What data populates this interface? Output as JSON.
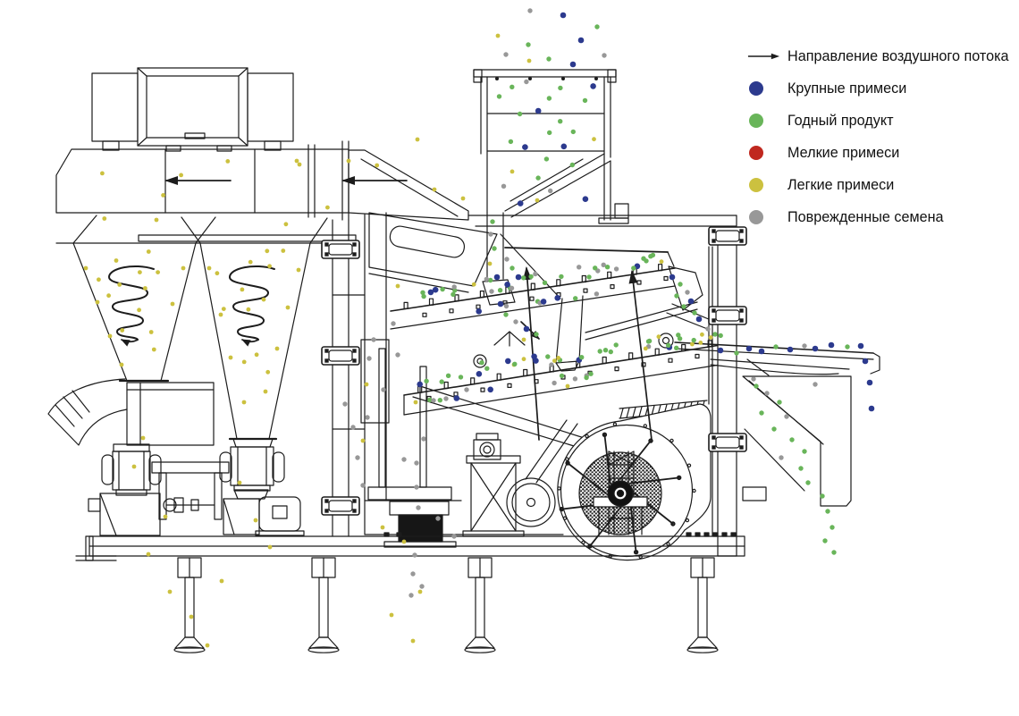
{
  "legend": {
    "items": [
      {
        "marker": "arrow",
        "label": "Направление воздушного потока"
      },
      {
        "marker": "dot",
        "color_key": "b",
        "label": "Крупные примеси"
      },
      {
        "marker": "dot",
        "color_key": "g",
        "label": "Годный продукт"
      },
      {
        "marker": "dot",
        "color_key": "r",
        "label": "Мелкие примеси"
      },
      {
        "marker": "dot",
        "color_key": "y",
        "label": "Легкие примеси"
      },
      {
        "marker": "dot",
        "color_key": "gy",
        "label": "Поврежденные семена"
      }
    ]
  },
  "colors": {
    "line": "#1c1c1c",
    "b": "#2c3a8e",
    "g": "#69b55a",
    "r": "#c0281f",
    "y": "#ccc13f",
    "gy": "#989898",
    "background": "#ffffff"
  },
  "particle_radius": {
    "b": 3.3,
    "g": 2.7,
    "r": 2.7,
    "y": 2.4,
    "gy": 2.7
  },
  "particles": [
    [
      332.0,
      180.0,
      "y"
    ],
    [
      202.6,
      195.9,
      "y"
    ],
    [
      366.4,
      232.1,
      "y"
    ],
    [
      421.7,
      185.0,
      "y"
    ],
    [
      254.8,
      180.4,
      "y"
    ],
    [
      182.6,
      218.4,
      "y"
    ],
    [
      114.4,
      193.9,
      "y"
    ],
    [
      390,
      180,
      "y"
    ],
    [
      486,
      212,
      "y"
    ],
    [
      335,
      184,
      "y"
    ],
    [
      175.0,
      246.0,
      "y"
    ],
    [
      319.9,
      250.8,
      "y"
    ],
    [
      116.8,
      244.5,
      "y"
    ],
    [
      155.6,
      346.8,
      "y"
    ],
    [
      136.7,
      369.5,
      "y"
    ],
    [
      156.4,
      304.6,
      "y"
    ],
    [
      162.4,
      322.5,
      "y"
    ],
    [
      110.4,
      312.8,
      "y"
    ],
    [
      130.0,
      291.5,
      "y"
    ],
    [
      169.2,
      371.5,
      "y"
    ],
    [
      133.7,
      318.4,
      "y"
    ],
    [
      121.6,
      330.7,
      "y"
    ],
    [
      176.6,
      304.6,
      "y"
    ],
    [
      166.3,
      281.5,
      "y"
    ],
    [
      172.3,
      391.0,
      "y"
    ],
    [
      250.3,
      345.6,
      "y"
    ],
    [
      270.9,
      323.9,
      "y"
    ],
    [
      242.9,
      305.7,
      "y"
    ],
    [
      299.7,
      416.3,
      "y"
    ],
    [
      301.6,
      297.8,
      "y"
    ],
    [
      295.0,
      335.1,
      "y"
    ],
    [
      287.1,
      396.8,
      "y"
    ],
    [
      273.2,
      404.9,
      "y"
    ],
    [
      316.8,
      280.5,
      "y"
    ],
    [
      280.2,
      293.2,
      "y"
    ],
    [
      298.8,
      280.8,
      "y"
    ],
    [
      277.9,
      346.2,
      "y"
    ],
    [
      150,
      522,
      "y"
    ],
    [
      185,
      578,
      "y"
    ],
    [
      166,
      620,
      "y"
    ],
    [
      190,
      662,
      "y"
    ],
    [
      214,
      690,
      "y"
    ],
    [
      232,
      722,
      "y"
    ],
    [
      268,
      540,
      "y"
    ],
    [
      286,
      582,
      "y"
    ],
    [
      302,
      612,
      "y"
    ],
    [
      160,
      490,
      "y"
    ],
    [
      248,
      650,
      "y"
    ],
    [
      438,
      688,
      "y"
    ],
    [
      462,
      717,
      "y"
    ],
    [
      406,
      493,
      "y"
    ],
    [
      428,
      590,
      "y"
    ],
    [
      452,
      606,
      "y"
    ],
    [
      470,
      662,
      "y"
    ],
    [
      410,
      430,
      "y"
    ],
    [
      465,
      450,
      "y"
    ],
    [
      575,
      408,
      "y"
    ],
    [
      635,
      432,
      "y"
    ],
    [
      593,
      12,
      "gy"
    ],
    [
      630,
      17,
      "b"
    ],
    [
      650,
      45,
      "b"
    ],
    [
      566,
      61,
      "gy"
    ],
    [
      591,
      50,
      "g"
    ],
    [
      614,
      66,
      "g"
    ],
    [
      592,
      68,
      "y"
    ],
    [
      641,
      72,
      "b"
    ],
    [
      668,
      30,
      "g"
    ],
    [
      557,
      40,
      "y"
    ],
    [
      676,
      62,
      "gy"
    ],
    [
      614.4,
      110.0,
      "g"
    ],
    [
      626.9,
      98.4,
      "g"
    ],
    [
      602.2,
      124.0,
      "b"
    ],
    [
      664.5,
      155.7,
      "y"
    ],
    [
      581.6,
      127.5,
      "g"
    ],
    [
      571.4,
      158.4,
      "g"
    ],
    [
      654.5,
      112.4,
      "g"
    ],
    [
      626.7,
      135.7,
      "g"
    ],
    [
      614.7,
      148.4,
      "g"
    ],
    [
      588.9,
      91.5,
      "gy"
    ],
    [
      663.6,
      96.4,
      "b"
    ],
    [
      641.3,
      147.4,
      "g"
    ],
    [
      587.4,
      164.6,
      "b"
    ],
    [
      558.5,
      107.9,
      "g"
    ],
    [
      572.8,
      97.3,
      "g"
    ],
    [
      630.8,
      163.8,
      "b"
    ],
    [
      582.2,
      227.6,
      "b"
    ],
    [
      601.0,
      224.1,
      "y"
    ],
    [
      611.4,
      177.9,
      "g"
    ],
    [
      654.9,
      222.7,
      "b"
    ],
    [
      640.3,
      184.5,
      "g"
    ],
    [
      602.1,
      199.1,
      "g"
    ],
    [
      573.0,
      191.9,
      "y"
    ],
    [
      563.5,
      208.3,
      "gy"
    ],
    [
      615.7,
      213.5,
      "gy"
    ],
    [
      551,
      248,
      "g"
    ],
    [
      549,
      262,
      "gy"
    ],
    [
      553,
      278,
      "g"
    ],
    [
      548,
      295,
      "y"
    ],
    [
      556,
      310,
      "b"
    ],
    [
      550,
      326,
      "gy"
    ],
    [
      560,
      340,
      "b"
    ],
    [
      566,
      352,
      "g"
    ],
    [
      577,
      360,
      "gy"
    ],
    [
      589,
      368,
      "b"
    ],
    [
      600,
      374,
      "g"
    ],
    [
      586,
      380,
      "y"
    ],
    [
      530.2,
      318.2,
      "y"
    ],
    [
      508.7,
      324.8,
      "g"
    ],
    [
      474.1,
      331.6,
      "g"
    ],
    [
      487.2,
      324.2,
      "b"
    ],
    [
      723.0,
      291.9,
      "g"
    ],
    [
      594.1,
      309.4,
      "g"
    ],
    [
      659.0,
      309.9,
      "g"
    ],
    [
      730.4,
      285.4,
      "g"
    ],
    [
      675.2,
      296.3,
      "gy"
    ],
    [
      668.8,
      303.0,
      "gy"
    ],
    [
      609.5,
      316.3,
      "g"
    ],
    [
      495.1,
      323.6,
      "g"
    ],
    [
      559.6,
      324.7,
      "g"
    ],
    [
      679.6,
      298.7,
      "g"
    ],
    [
      506.9,
      329.4,
      "g"
    ],
    [
      627.9,
      309.4,
      "g"
    ],
    [
      585.7,
      310.8,
      "g"
    ],
    [
      720.0,
      289.2,
      "g"
    ],
    [
      570.5,
      322.1,
      "g"
    ],
    [
      727.9,
      286.7,
      "g"
    ],
    [
      712.9,
      297.8,
      "b"
    ],
    [
      689.6,
      300.9,
      "gy"
    ],
    [
      548.7,
      313.5,
      "g"
    ],
    [
      708.8,
      300.0,
      "g"
    ],
    [
      572.5,
      322.3,
      "gy"
    ],
    [
      473.0,
      327.3,
      "g"
    ],
    [
      740.0,
      292.7,
      "y"
    ],
    [
      665.7,
      299.8,
      "g"
    ],
    [
      508.2,
      321.0,
      "gy"
    ],
    [
      481.9,
      326.9,
      "b"
    ],
    [
      598.9,
      306.5,
      "gy"
    ],
    [
      544.3,
      312.3,
      "gy"
    ],
    [
      567.6,
      318.3,
      "b"
    ],
    [
      647.7,
      298.8,
      "gy"
    ],
    [
      623.7,
      333.3,
      "b"
    ],
    [
      566.5,
      342.5,
      "gy"
    ],
    [
      667.4,
      328.8,
      "gy"
    ],
    [
      601.5,
      337.2,
      "g"
    ],
    [
      604.1,
      339.0,
      "gy"
    ],
    [
      608.1,
      337.4,
      "b"
    ],
    [
      535.7,
      348.3,
      "b"
    ],
    [
      643.7,
      333.8,
      "g"
    ],
    [
      689.2,
      385.9,
      "g"
    ],
    [
      477.1,
      426.3,
      "g"
    ],
    [
      620.4,
      403.6,
      "y"
    ],
    [
      626.4,
      402.8,
      "g"
    ],
    [
      774.4,
      385.0,
      "y"
    ],
    [
      535.9,
      418.3,
      "b"
    ],
    [
      469.7,
      429.9,
      "b"
    ],
    [
      501.6,
      420.3,
      "g"
    ],
    [
      795.1,
      377.5,
      "y"
    ],
    [
      748.8,
      388.5,
      "b"
    ],
    [
      616.9,
      408.1,
      "gy"
    ],
    [
      725.6,
      387.7,
      "gy"
    ],
    [
      612.8,
      399.0,
      "g"
    ],
    [
      568.3,
      403.9,
      "b"
    ],
    [
      586.0,
      401.7,
      "y"
    ],
    [
      599.4,
      403.6,
      "b"
    ],
    [
      747.7,
      386.3,
      "g"
    ],
    [
      760.6,
      378.8,
      "g"
    ],
    [
      785.4,
      374.3,
      "y"
    ],
    [
      647.8,
      402.7,
      "b"
    ],
    [
      624.6,
      400.4,
      "y"
    ],
    [
      575.8,
      407.3,
      "g"
    ],
    [
      756.7,
      389.3,
      "g"
    ],
    [
      776.2,
      380.6,
      "g"
    ],
    [
      677.5,
      391.7,
      "g"
    ],
    [
      544.8,
      412.2,
      "g"
    ],
    [
      722.3,
      389.9,
      "y"
    ],
    [
      539.0,
      405.7,
      "g"
    ],
    [
      806.2,
      375.4,
      "g"
    ],
    [
      726.6,
      381.5,
      "g"
    ],
    [
      671.2,
      393.0,
      "g"
    ],
    [
      650.7,
      399.7,
      "g"
    ],
    [
      515.5,
      421.9,
      "g"
    ],
    [
      725.5,
      382.0,
      "g"
    ],
    [
      783.8,
      383.4,
      "y"
    ],
    [
      597.6,
      398.8,
      "b"
    ],
    [
      494.2,
      427.1,
      "g"
    ],
    [
      736.9,
      376.7,
      "y"
    ],
    [
      683.3,
      393.6,
      "g"
    ],
    [
      758.8,
      374.8,
      "g"
    ],
    [
      620.1,
      428.5,
      "gy"
    ],
    [
      510.8,
      445.5,
      "b"
    ],
    [
      656.3,
      420.2,
      "gy"
    ],
    [
      661.0,
      418.2,
      "g"
    ],
    [
      656.1,
      422.5,
      "g"
    ],
    [
      643.4,
      423.8,
      "gy"
    ],
    [
      480.8,
      447.4,
      "g"
    ],
    [
      548.7,
      435.8,
      "b"
    ],
    [
      628.6,
      420.4,
      "g"
    ],
    [
      492.3,
      447.7,
      "g"
    ],
    [
      806,
      392,
      "b"
    ],
    [
      824,
      395,
      "g"
    ],
    [
      838,
      390,
      "b"
    ],
    [
      852,
      393,
      "b"
    ],
    [
      868,
      388,
      "g"
    ],
    [
      884,
      391,
      "b"
    ],
    [
      900,
      387,
      "gy"
    ],
    [
      912,
      390,
      "b"
    ],
    [
      930,
      386,
      "b"
    ],
    [
      948,
      388,
      "g"
    ],
    [
      963,
      387,
      "b"
    ],
    [
      968,
      404,
      "b"
    ],
    [
      973,
      428,
      "b"
    ],
    [
      975,
      457,
      "b"
    ],
    [
      846,
      432,
      "g"
    ],
    [
      858,
      440,
      "gy"
    ],
    [
      872,
      450,
      "g"
    ],
    [
      852,
      462,
      "g"
    ],
    [
      880,
      466,
      "gy"
    ],
    [
      866,
      480,
      "g"
    ],
    [
      886,
      492,
      "g"
    ],
    [
      900,
      505,
      "g"
    ],
    [
      874,
      512,
      "gy"
    ],
    [
      896,
      524,
      "g"
    ],
    [
      904,
      540,
      "g"
    ],
    [
      920,
      555,
      "g"
    ],
    [
      926,
      572,
      "g"
    ],
    [
      931,
      590,
      "g"
    ],
    [
      923,
      605,
      "g"
    ],
    [
      933,
      618,
      "g"
    ],
    [
      843,
      424,
      "gy"
    ],
    [
      912,
      430,
      "gy"
    ],
    [
      413,
      401,
      "gy"
    ],
    [
      429,
      436,
      "gy"
    ],
    [
      411,
      467,
      "gy"
    ],
    [
      400,
      512,
      "gy"
    ],
    [
      406,
      543,
      "gy"
    ],
    [
      452,
      514,
      "gy"
    ],
    [
      466,
      518,
      "gy"
    ],
    [
      474,
      491,
      "gy"
    ],
    [
      485,
      448,
      "gy"
    ],
    [
      499,
      446,
      "gy"
    ],
    [
      522,
      436,
      "gy"
    ],
    [
      466,
      545,
      "gy"
    ],
    [
      468,
      568,
      "gy"
    ],
    [
      464,
      621,
      "gy"
    ],
    [
      462,
      642,
      "gy"
    ],
    [
      472,
      656,
      "gy"
    ],
    [
      460,
      666,
      "gy"
    ],
    [
      445,
      397,
      "gy"
    ],
    [
      490,
      580,
      "gy"
    ],
    [
      508,
      600,
      "gy"
    ],
    [
      395,
      478,
      "gy"
    ],
    [
      386,
      452,
      "gy"
    ],
    [
      418,
      380,
      "gy"
    ],
    [
      440,
      362,
      "gy"
    ],
    [
      752,
      310,
      "b"
    ],
    [
      761,
      318,
      "g"
    ],
    [
      769,
      327,
      "gy"
    ],
    [
      757,
      331,
      "g"
    ],
    [
      773,
      337,
      "b"
    ],
    [
      765,
      343,
      "g"
    ],
    [
      777,
      350,
      "g"
    ],
    [
      782,
      357,
      "b"
    ],
    [
      800,
      374,
      "g"
    ],
    [
      792,
      368,
      "gy"
    ],
    [
      96,
      300,
      "y"
    ],
    [
      109,
      338,
      "y"
    ],
    [
      123,
      376,
      "y"
    ],
    [
      136,
      408,
      "y"
    ],
    [
      205,
      300,
      "y"
    ],
    [
      193,
      340,
      "y"
    ],
    [
      234,
      300,
      "y"
    ],
    [
      247,
      352,
      "y"
    ],
    [
      258,
      400,
      "y"
    ],
    [
      273,
      450,
      "y"
    ],
    [
      334,
      302,
      "y"
    ],
    [
      322,
      344,
      "y"
    ],
    [
      310,
      390,
      "y"
    ],
    [
      297,
      438,
      "y"
    ],
    [
      467,
      156,
      "y"
    ],
    [
      518,
      222,
      "y"
    ],
    [
      445,
      320,
      "y"
    ],
    [
      573,
      300,
      "g"
    ],
    [
      567,
      290,
      "gy"
    ],
    [
      580,
      310,
      "b"
    ]
  ]
}
